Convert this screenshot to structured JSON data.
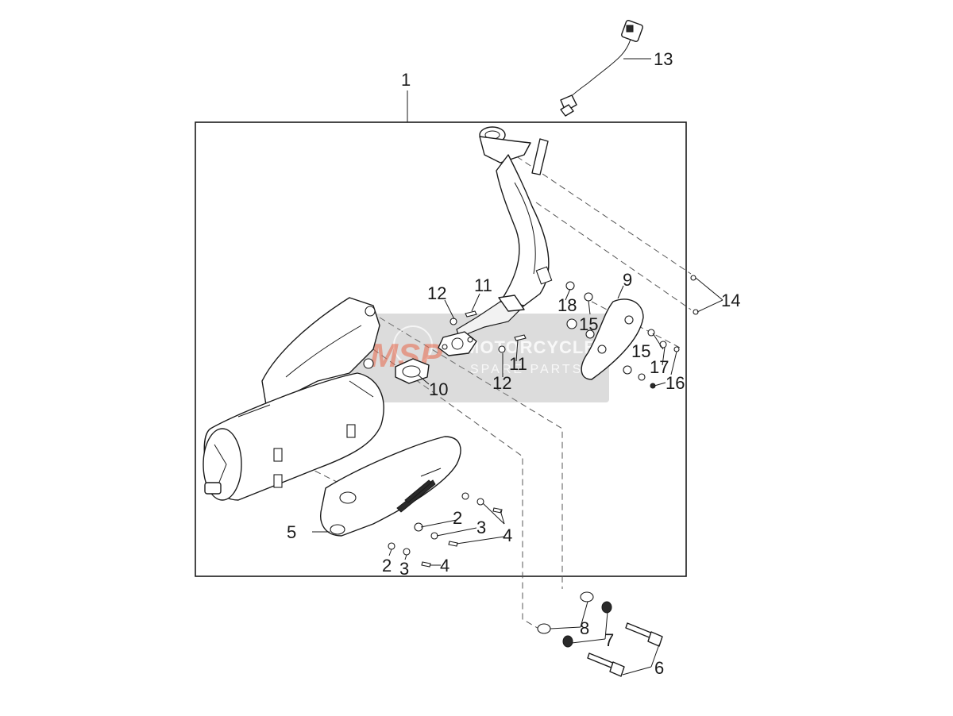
{
  "diagram": {
    "callouts": {
      "c1": "1",
      "c2a": "2",
      "c2b": "2",
      "c3a": "3",
      "c3b": "3",
      "c4a": "4",
      "c4b": "4",
      "c5": "5",
      "c6": "6",
      "c7": "7",
      "c8": "8",
      "c9": "9",
      "c10": "10",
      "c11a": "11",
      "c11b": "11",
      "c12a": "12",
      "c12b": "12",
      "c13": "13",
      "c14": "14",
      "c15a": "15",
      "c15b": "15",
      "c16": "16",
      "c17": "17",
      "c18": "18"
    },
    "watermark": {
      "logo": "MSP",
      "brand": "MOTORCYCLE",
      "sub": "SPARE PARTS"
    }
  }
}
